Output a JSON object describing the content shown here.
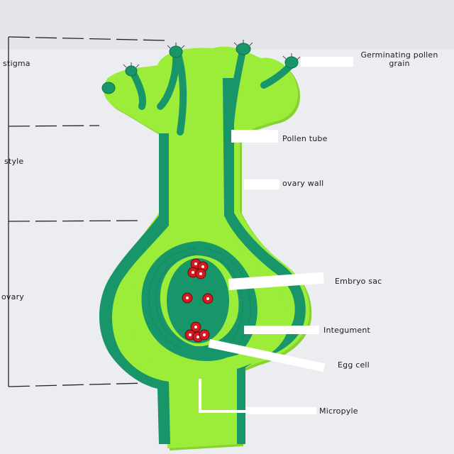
{
  "labels": {
    "stigma": "stigma",
    "style": "style",
    "ovary": "ovary",
    "germinating_pollen_grain": "Germinating pollen grain",
    "pollen_tube": "Pollen tube",
    "ovary_wall": "ovary wall",
    "embryo_sac": "Embryo sac",
    "integument": "Integument",
    "egg_cell": "Egg cell",
    "micropyle": "Micropyle"
  },
  "colors": {
    "paper": "#ecedf0",
    "light_green": "#9cec3a",
    "dark_green": "#18966a",
    "cell_red": "#d51a20",
    "label_strip": "#ffffff",
    "ink": "#1c1c1c"
  }
}
